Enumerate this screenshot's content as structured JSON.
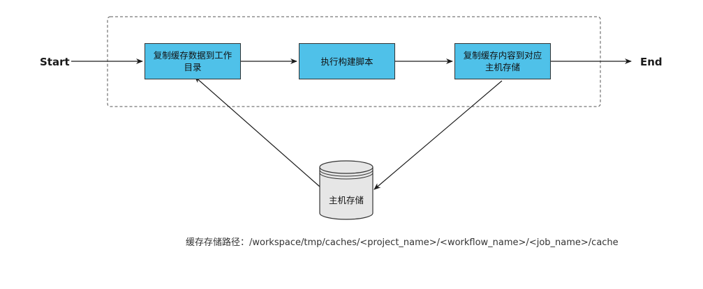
{
  "terminals": {
    "start": "Start",
    "end": "End"
  },
  "steps": [
    {
      "label": "复制缓存数据到工作目录"
    },
    {
      "label": "执行构建脚本"
    },
    {
      "label": "复制缓存内容到对应主机存储"
    }
  ],
  "storage": {
    "label": "主机存储"
  },
  "note": {
    "text": "缓存存储路径：/workspace/tmp/caches/<project_name>/<workflow_name>/<job_name>/cache"
  },
  "colors": {
    "process_fill": "#4fc1e9",
    "stroke": "#333333",
    "storage_fill": "#e6e6e6",
    "dashed_border": "#555555"
  }
}
